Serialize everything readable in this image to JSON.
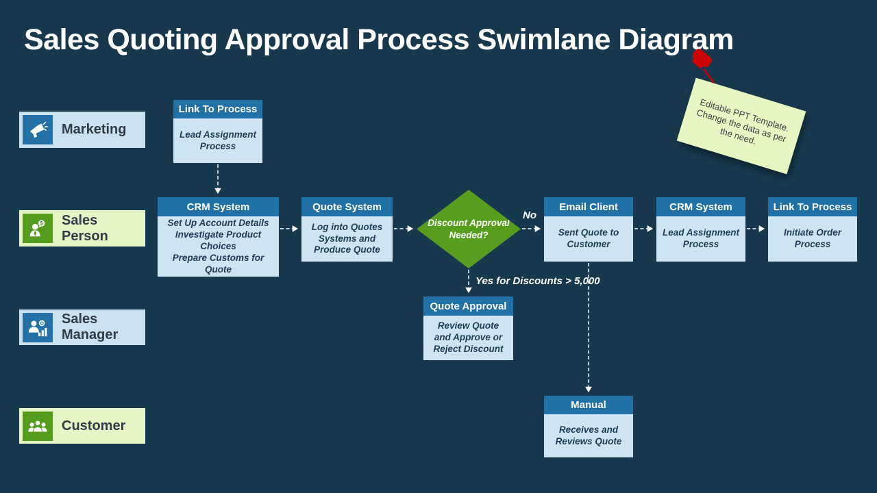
{
  "title": "Sales Quoting Approval Process Swimlane Diagram",
  "note": {
    "text": "Editable PPT Template. Change the data as per the need."
  },
  "lanes": [
    {
      "label": "Marketing",
      "icon": "megaphone-icon",
      "theme": "blue"
    },
    {
      "label": "Sales Person",
      "icon": "salesperson-icon",
      "theme": "green"
    },
    {
      "label": "Sales Manager",
      "icon": "sales-manager-icon",
      "theme": "blue"
    },
    {
      "label": "Customer",
      "icon": "customers-icon",
      "theme": "green"
    }
  ],
  "nodes": [
    {
      "id": "link-to-process-1",
      "lane": "Marketing",
      "header": "Link To Process",
      "body": "Lead Assignment\nProcess"
    },
    {
      "id": "crm-system-1",
      "lane": "Sales Person",
      "header": "CRM System",
      "body": "Set Up Account Details\nInvestigate Product Choices\nPrepare Customs for Quote"
    },
    {
      "id": "quote-system",
      "lane": "Sales Person",
      "header": "Quote System",
      "body": "Log into Quotes\nSystems and\nProduce Quote"
    },
    {
      "id": "email-client",
      "lane": "Sales Person",
      "header": "Email Client",
      "body": "Sent Quote to\nCustomer"
    },
    {
      "id": "crm-system-2",
      "lane": "Sales Person",
      "header": "CRM System",
      "body": "Lead Assignment\nProcess"
    },
    {
      "id": "link-to-process-2",
      "lane": "Sales Person",
      "header": "Link To Process",
      "body": "Initiate Order\nProcess"
    },
    {
      "id": "quote-approval",
      "lane": "Sales Manager",
      "header": "Quote Approval",
      "body": "Review Quote\nand Approve or\nReject Discount"
    },
    {
      "id": "manual",
      "lane": "Customer",
      "header": "Manual",
      "body": "Receives and\nReviews Quote"
    }
  ],
  "decision": {
    "label": "Discount Approval\nNeeded?"
  },
  "edge_labels": {
    "no": "No",
    "yes": "Yes for Discounts > 5,000"
  },
  "colors": {
    "background": "#17384D",
    "node_header_blue": "#2171A6",
    "node_body_blue": "#CFE4F2",
    "lane_blue": "#C9E1F0",
    "lane_green": "#E4F6C6",
    "icon_square_blue": "#2471A7",
    "icon_square_green": "#539C1D",
    "diamond_green": "#579D1E",
    "note_green": "#E6F7C2",
    "pin_red": "#CC0404",
    "connector_white": "#FFFFFF"
  }
}
